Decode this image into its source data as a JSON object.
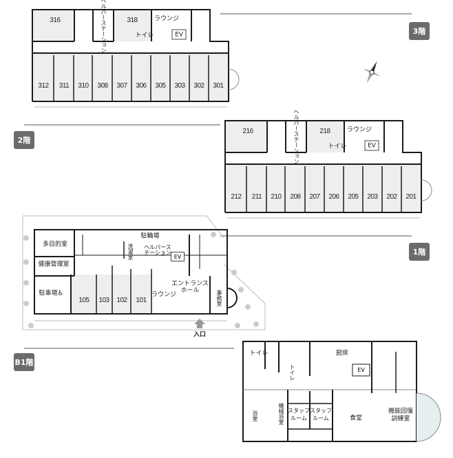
{
  "floors": {
    "f3": {
      "badge": "3階",
      "top_rooms": [
        "316",
        "318"
      ],
      "rooms": [
        "312",
        "311",
        "310",
        "308",
        "307",
        "306",
        "305",
        "303",
        "302",
        "301"
      ],
      "helper_station": "ヘルパーステーション",
      "lounge": "ラウンジ",
      "toilet": "トイレ",
      "ev": "EV"
    },
    "f2": {
      "badge": "2階",
      "top_rooms": [
        "216",
        "218"
      ],
      "rooms": [
        "212",
        "211",
        "210",
        "208",
        "207",
        "206",
        "205",
        "203",
        "202",
        "201"
      ],
      "helper_station": "ヘルパーステーション",
      "lounge": "ラウンジ",
      "toilet": "トイレ",
      "ev": "EV"
    },
    "f1": {
      "badge": "1階",
      "multipurpose": "多目的室",
      "health": "健康管理室",
      "parking": "駐車場",
      "bicycle": "駐輪場",
      "laundry": "洗濯室",
      "helper_station": "ヘルパーステーション",
      "ev": "EV",
      "rooms": [
        "105",
        "103",
        "102",
        "101"
      ],
      "lounge": "ラウンジ",
      "entrance_hall_1": "エントランス",
      "entrance_hall_2": "ホール",
      "office": "事務室",
      "entrance": "入口"
    },
    "b1": {
      "badge": "B1階",
      "toilet1": "トイレ",
      "toilet2": "トイレ",
      "kitchen": "厨房",
      "ev": "EV",
      "bath": "浴室",
      "machine_bath": "機械浴室",
      "staff1_a": "スタッフ",
      "staff1_b": "ルーム",
      "staff2_a": "スタッフ",
      "staff2_b": "ルーム",
      "dining": "食堂",
      "rehab_a": "機能回復",
      "rehab_b": "訓練室"
    }
  },
  "colors": {
    "wall": "#1a1a1a",
    "room_fill": "#eeeeee",
    "badge": "#6b6b6b",
    "rule": "#555555"
  }
}
